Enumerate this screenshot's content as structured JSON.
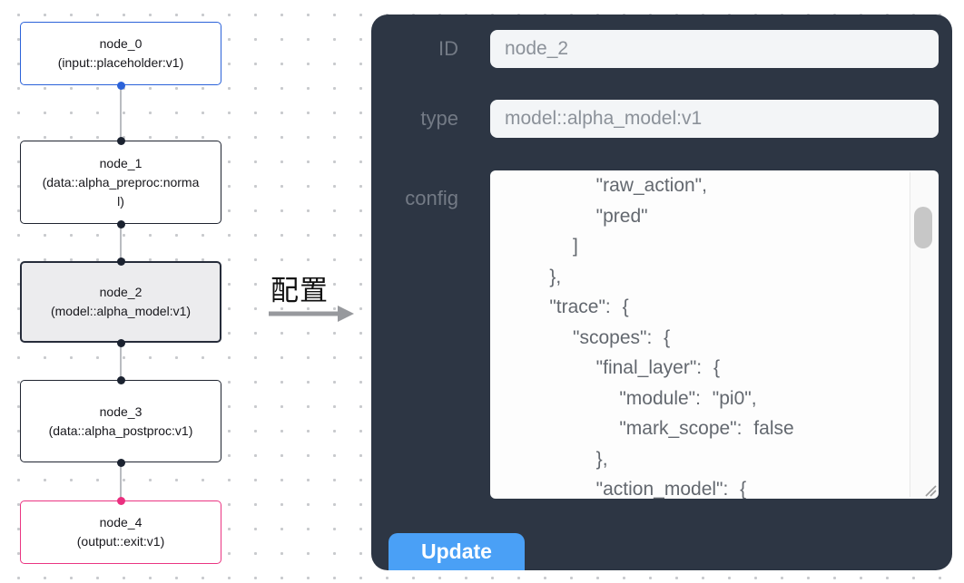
{
  "flow": {
    "nodes": [
      {
        "name": "node_0",
        "type_label": "(input::placeholder:v1)"
      },
      {
        "name": "node_1",
        "type_label": "(data::alpha_preproc:normal)"
      },
      {
        "name": "node_2",
        "type_label": "(model::alpha_model:v1)"
      },
      {
        "name": "node_3",
        "type_label": "(data::alpha_postproc:v1)"
      },
      {
        "name": "node_4",
        "type_label": "(output::exit:v1)"
      }
    ]
  },
  "annotation": {
    "label": "配置"
  },
  "panel": {
    "id_label": "ID",
    "id_value": "node_2",
    "type_label": "type",
    "type_value": "model::alpha_model:v1",
    "config_label": "config",
    "config_text": "        \"raw_action\",\n        \"pred\"\n      ]\n    },\n    \"trace\": {\n      \"scopes\": {\n        \"final_layer\": {\n          \"module\": \"pi0\",\n          \"mark_scope\": false\n        },\n        \"action_model\": {",
    "update_label": "Update"
  },
  "colors": {
    "panel_bg": "#2d3644",
    "update_button_blue": "#4aa0f6",
    "input_node_border": "#2b62d9",
    "output_node_border": "#ea3582",
    "default_node_border": "#1f2430",
    "selected_node_bg": "#ececee",
    "canvas_dot": "#c8cacd"
  }
}
